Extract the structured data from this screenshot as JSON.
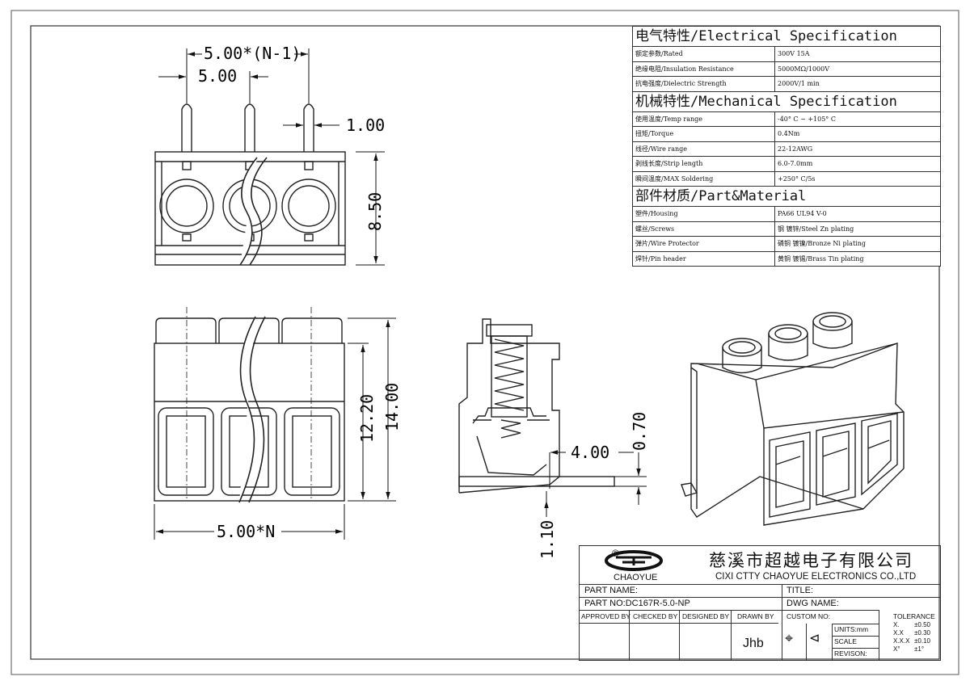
{
  "dimensions": {
    "pitch_total": "5.00*(N-1)",
    "pitch": "5.00",
    "pin_dia": "1.00",
    "top_height": "8.50",
    "front_height_inner": "12.20",
    "front_height": "14.00",
    "total_width": "5.00*N",
    "side_offset": "4.00",
    "pin_thickness": "0.70",
    "pin_length": "1.10"
  },
  "spec": {
    "electrical_title": "电气特性/Electrical Specification",
    "electrical": [
      {
        "k": "额定参数/Rated",
        "v": "300V  15A"
      },
      {
        "k": "绝缘电阻/Insulation Resistance",
        "v": "5000MΩ/1000V"
      },
      {
        "k": "抗电强度/Dielectric Strength",
        "v": "2000V/1 min"
      }
    ],
    "mechanical_title": "机械特性/Mechanical Specification",
    "mechanical": [
      {
        "k": "使用温度/Temp range",
        "v": "-40° C ~ +105° C"
      },
      {
        "k": "扭矩/Torque",
        "v": "0.4Nm"
      },
      {
        "k": "线径/Wire range",
        "v": "22-12AWG"
      },
      {
        "k": "剥线长度/Strip length",
        "v": "6.0-7.0mm"
      },
      {
        "k": "瞬间温度/MAX Soldering",
        "v": "+250° C/5s"
      }
    ],
    "material_title": "部件材质/Part&Material",
    "material": [
      {
        "k": "塑件/Housing",
        "v": "PA66 UL94 V-0"
      },
      {
        "k": "螺丝/Screws",
        "v": "钢 镀锌/Steel Zn plating"
      },
      {
        "k": "弹片/Wire Protector",
        "v": "磷铜 镀镍/Bronze Ni plating"
      },
      {
        "k": "焊针/Pin header",
        "v": "黄铜 镀锡/Brass Tin plating"
      }
    ]
  },
  "title_block": {
    "company_cn": "慈溪市超越电子有限公司",
    "company_en": "CIXI CTTY CHAOYUE ELECTRONICS CO.,LTD",
    "logo_text": "CHAOYUE",
    "logo_mark": "®",
    "part_name": "PART NAME:",
    "title": "TITLE:",
    "part_no": "PART NO:DC167R-5.0-NP",
    "dwg_name": "DWG NAME:",
    "approved_by": "APPROVED BY",
    "checked_by": "CHECKED BY",
    "designed_by": "DESIGNED BY",
    "drawn_by": "DRAWN BY",
    "drawn_by_value": "Jhb",
    "custom_no": "CUSTOM NO:",
    "units": "UNITS:mm",
    "scale": "SCALE",
    "revision": "REVISON:",
    "tolerance": "TOLERANCE",
    "tol_rows": [
      {
        "k": "X.",
        "v": "±0.50"
      },
      {
        "k": "X.X",
        "v": "±0.30"
      },
      {
        "k": "X.X.X",
        "v": "±0.10"
      },
      {
        "k": "X°",
        "v": "±1°"
      }
    ]
  }
}
